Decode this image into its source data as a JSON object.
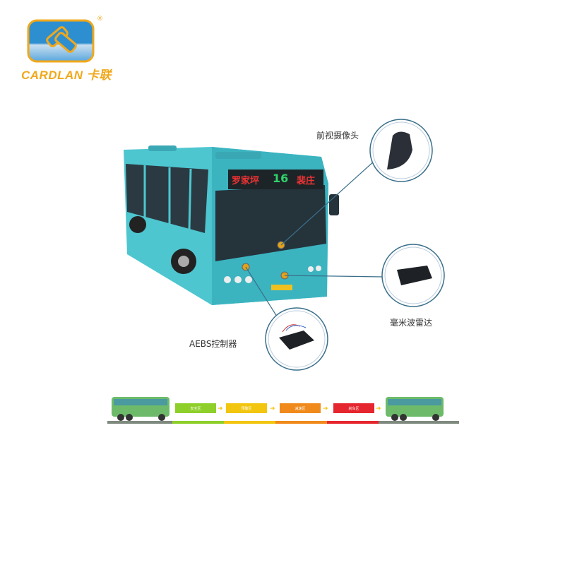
{
  "logo": {
    "brand": "CARDLAN",
    "brand_cn": "卡联",
    "registered": "®"
  },
  "bus": {
    "sign": {
      "left": "罗家坪",
      "route": "16",
      "right": "裴庄"
    }
  },
  "components": [
    {
      "label": "前视摄像头",
      "icon": "camera-icon"
    },
    {
      "label": "毫米波雷达",
      "icon": "radar-icon"
    },
    {
      "label": "AEBS控制器",
      "icon": "controller-icon"
    }
  ],
  "zones": [
    {
      "label": "安全区",
      "color": "#8fcf2a"
    },
    {
      "label": "预警区",
      "color": "#f2c50f"
    },
    {
      "label": "减速区",
      "color": "#f08a1c"
    },
    {
      "label": "刹车区",
      "color": "#e6262e"
    }
  ],
  "colors": {
    "bus_body": "#4ec6d0",
    "logo_blue": "#2e8fd0",
    "logo_orange": "#f0a81c",
    "road": "#7f8a7f"
  }
}
